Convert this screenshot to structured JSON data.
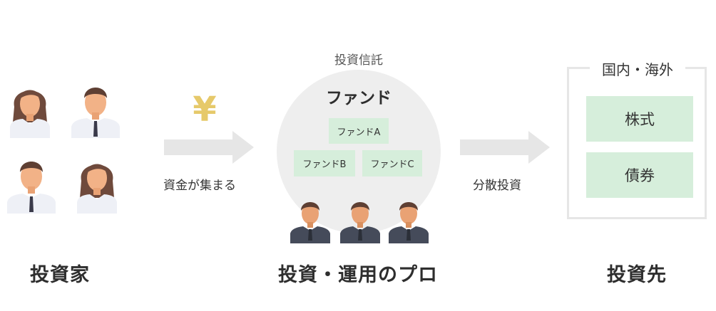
{
  "investors": {
    "label": "投資家"
  },
  "money_flow": {
    "currency_symbol": "¥",
    "label": "資金が集まる"
  },
  "fund": {
    "caption": "投資信託",
    "title": "ファンド",
    "items": [
      "ファンドA",
      "ファンドB",
      "ファンドC"
    ],
    "professionals_label": "投資・運用のプロ"
  },
  "diversification": {
    "label": "分散投資"
  },
  "destination": {
    "region": "国内・海外",
    "assets": [
      "株式",
      "債券"
    ],
    "label": "投資先"
  },
  "colors": {
    "accent_green": "#d6eedb",
    "arrow_gray": "#e6e6e6",
    "circle_gray": "#eeeeee",
    "yen_gold": "#e6c96a"
  }
}
